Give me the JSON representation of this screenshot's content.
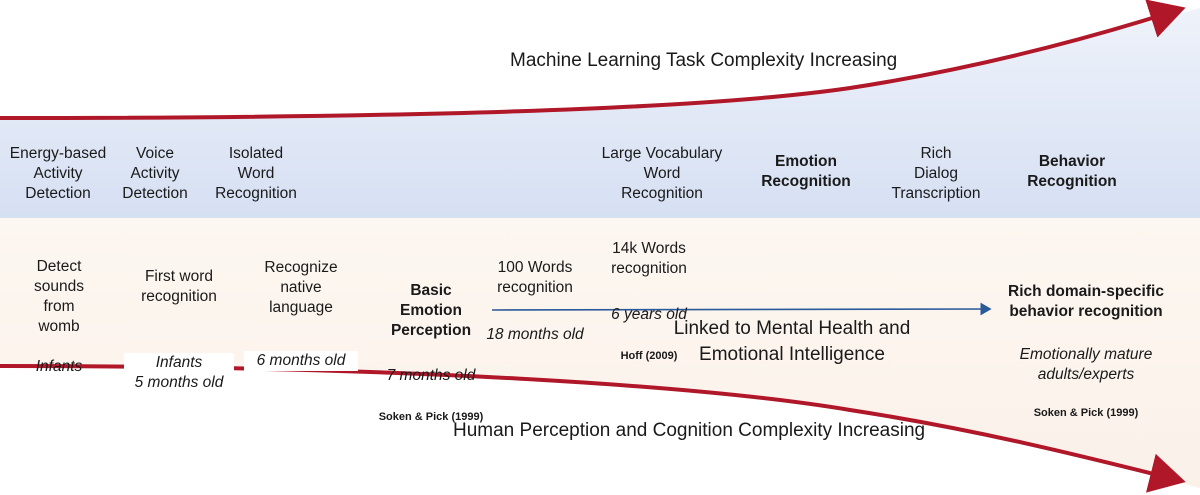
{
  "top_caption": "Machine Learning Task Complexity Increasing",
  "bottom_caption": "Human Perception and Cognition Complexity Increasing",
  "ml_tasks": [
    {
      "label": "Energy-based\nActivity\nDetection",
      "bold": false
    },
    {
      "label": "Voice\nActivity\nDetection",
      "bold": false
    },
    {
      "label": "Isolated\nWord\nRecognition",
      "bold": false
    },
    {
      "label": "Large Vocabulary\nWord\nRecognition",
      "bold": false
    },
    {
      "label": "Emotion\nRecognition",
      "bold": true
    },
    {
      "label": "Rich\nDialog\nTranscription",
      "bold": false
    },
    {
      "label": "Behavior\nRecognition",
      "bold": true
    }
  ],
  "human_milestones": [
    {
      "ability": "Detect\nsounds\nfrom\nwomb",
      "age": "Infants",
      "citation": ""
    },
    {
      "ability": "First word\nrecognition",
      "age": "Infants\n5 months old",
      "citation": ""
    },
    {
      "ability": "Recognize\nnative\nlanguage",
      "age": "6 months old",
      "citation": ""
    },
    {
      "ability": "Basic\nEmotion\nPerception",
      "age": "7 months old",
      "citation": "Soken & Pick (1999)"
    },
    {
      "ability": "100 Words\nrecognition",
      "age": "18 months old",
      "citation": ""
    },
    {
      "ability": "14k Words\nrecognition",
      "age": "6 years old",
      "citation": "Hoff (2009)"
    },
    {
      "ability": "Rich domain-specific\nbehavior recognition",
      "age": "Emotionally mature\nadults/experts",
      "citation": "Soken & Pick (1999)"
    }
  ],
  "link_note": "Linked to Mental Health and\nEmotional Intelligence",
  "colors": {
    "arrow": "#b0182a",
    "blue_band": "#dde6f6",
    "peach_band": "#fbf4ee",
    "link_arrow": "#2a5a9a"
  }
}
